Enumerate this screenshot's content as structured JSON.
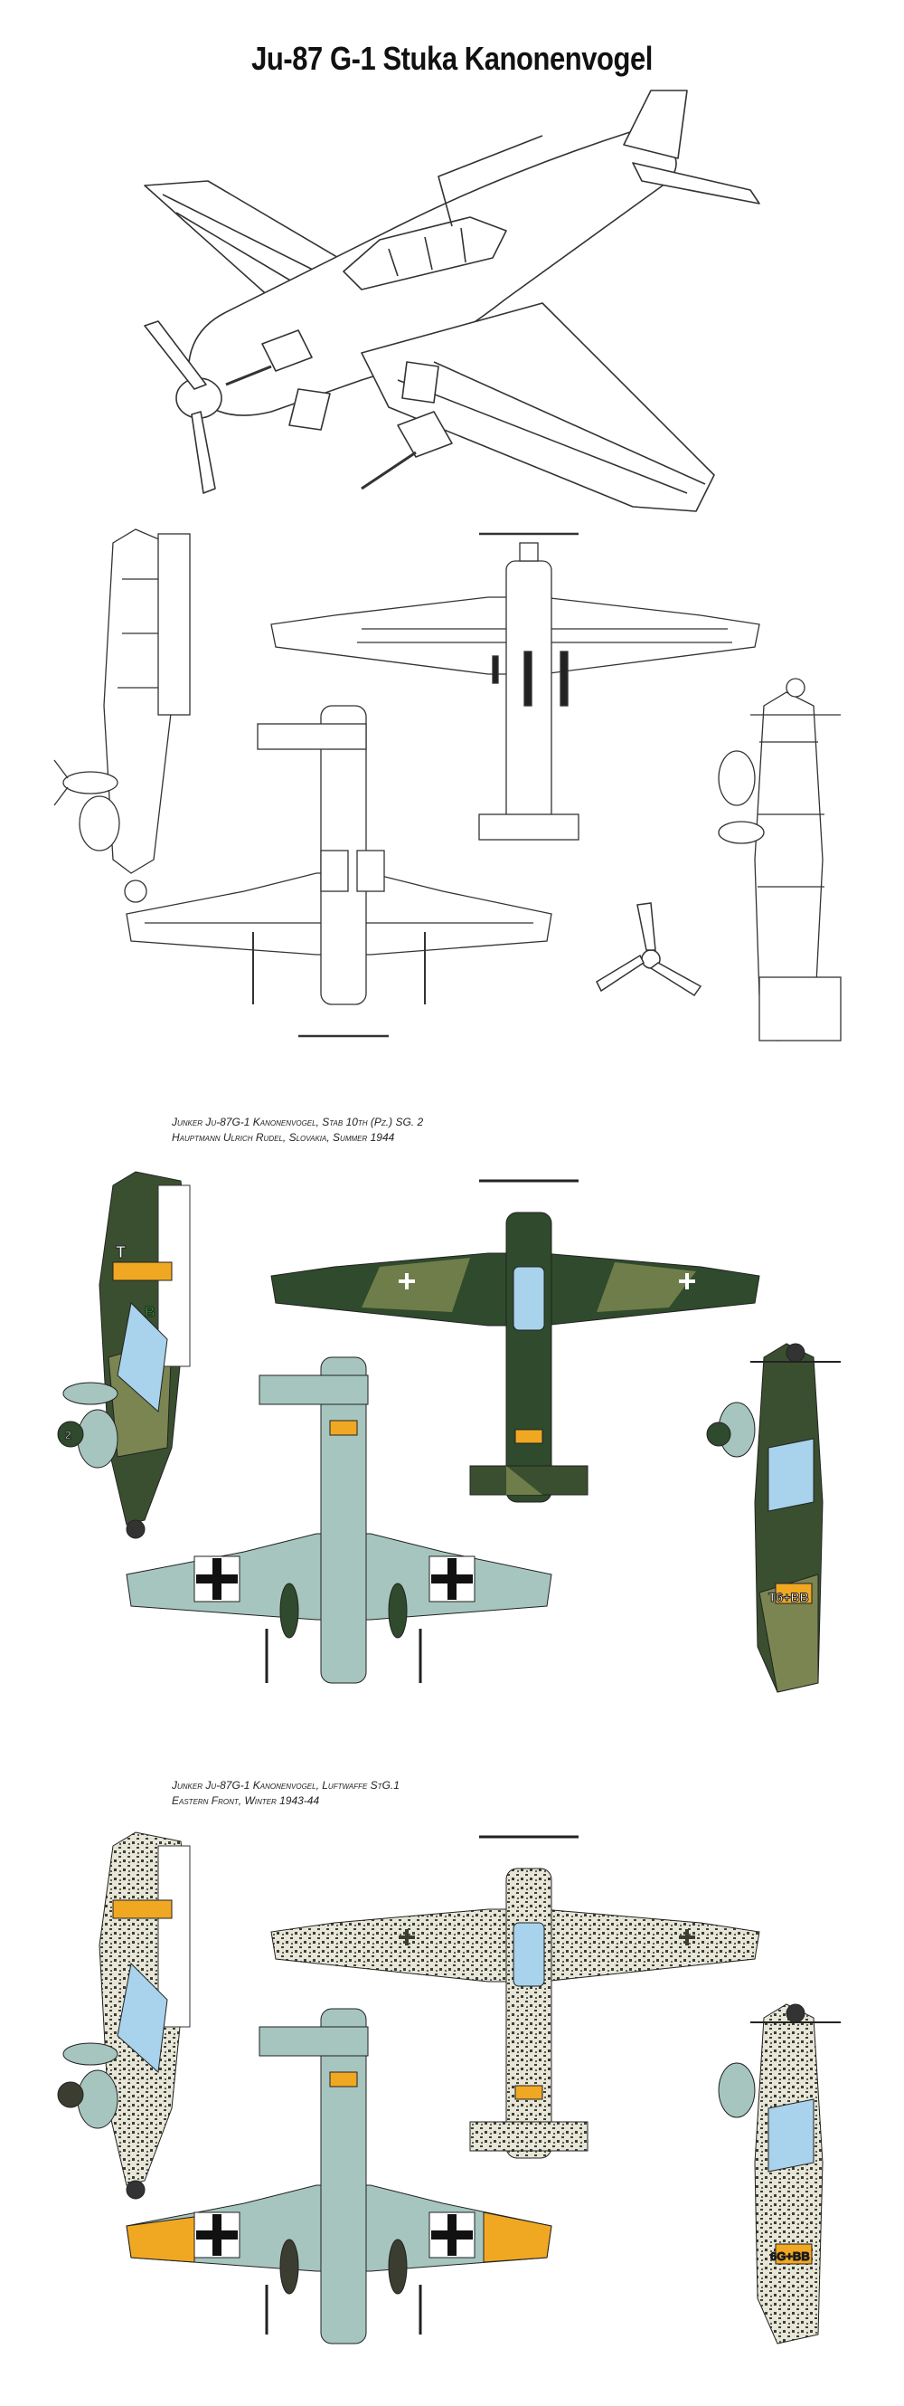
{
  "title": "Ju-87 G-1 Stuka Kanonenvogel",
  "schemes": [
    {
      "caption_line1": "Junker Ju-87G-1 Kanonenvogel, Stab 10th (Pz.) SG. 2",
      "caption_line2": "Hauptmann Ulrich Rudel, Slovakia, Summer 1944",
      "code_left": "T",
      "code_right": "B",
      "code_side": "T6+BB",
      "nose_number": "2",
      "colors": {
        "upper_dark": "#2f4a2c",
        "upper_light": "#6f7d4a",
        "lower": "#a6c5be",
        "band": "#f0a823",
        "canopy": "#a9d3ec"
      }
    },
    {
      "caption_line1": "Junker Ju-87G-1 Kanonenvogel, Luftwaffe StG.1",
      "caption_line2": "Eastern Front, Winter 1943-44",
      "code_side": "6G+BB",
      "colors": {
        "upper_dark": "#3a3d30",
        "upper_light": "#e4e3d6",
        "lower": "#a6c5be",
        "band": "#f0a823",
        "canopy": "#a9d3ec"
      }
    }
  ]
}
